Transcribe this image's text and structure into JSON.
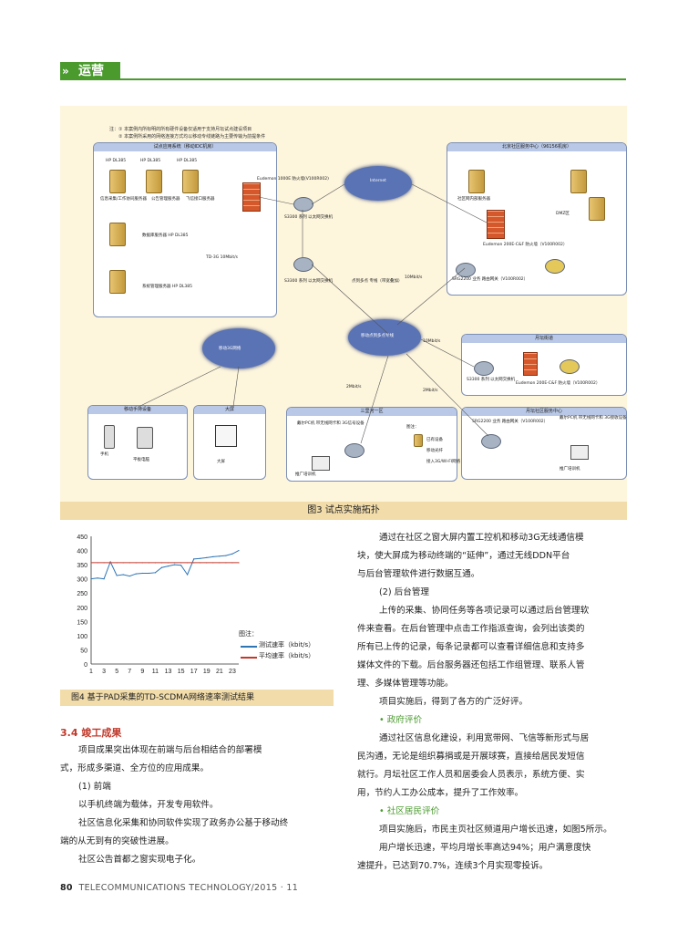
{
  "header": {
    "section": "运营"
  },
  "fig3": {
    "note1": "注：① 本案例内所标明的所有硬件设备仅适用于支持月坛试点建设项目",
    "note2": "② 本案例所采用的网络连接方式均以移动专线链路为主要传输为前提条件",
    "box_pilot": "试点应用系统（移动IDC机房）",
    "box_beijing": "北京社区服务中心（96156机房）",
    "box_yuetan": "月坛街道",
    "box_yuetan_center": "月坛社区服务中心",
    "box_mobile": "移动手持设备",
    "box_screen": "大屏",
    "box_sanlihe": "三里河一区",
    "hp1": "HP DL385",
    "hp2": "HP DL385",
    "hp3": "HP DL385",
    "srv_info": "信息采集/工作协同服务器",
    "srv_public": "公告管理服务器",
    "srv_feixin": "飞信接口服务器",
    "srv_db": "数据库服务器 HP DL385",
    "srv_sys": "系统管理服务器 HP DL385",
    "eudemon": "Eudemon 1000E 防火墙(V100R002)",
    "s3300a": "S3300 系列 以太网交换机",
    "s3300b": "S3300 系列 以太网交换机",
    "td3g": "TD-3G 10Mbit/s",
    "internet": "Internet",
    "community_portal": "社区网内部服务器",
    "dmz": "DMZ区",
    "eudemon200": "Eudemon 200E-C&F 防火墙（V100R002）",
    "srg": "SRG2200 业务 路由网关（V100R002）",
    "p2p": "点到多点 专线（带宽叠加）",
    "bw10": "10Mbit/s",
    "mobile_line": "移动点到多点专线",
    "bw10b": "10Mbit/s",
    "cloud3g": "移动3G网络",
    "s3300c": "S3300 系列 以太网交换机",
    "eudemon200b": "Eudemon 200E-C&F 防火墙（V100R002）",
    "bw2a": "2Mbit/s",
    "bw2b": "2Mbit/s",
    "srg2": "SRG2200 业务 路由网关（V100R002）",
    "pc_wifi": "戴尔PC机 带无线网卡和 3G信号设备",
    "pc_wifi2": "戴尔PC机 带无线网卡和 3G接收设备",
    "phone": "手机",
    "tablet": "平板电脑",
    "screen": "大屏",
    "promo1": "推广培训机",
    "promo2": "推广培训机",
    "legend_title": "图注：",
    "legend_own": "已有设备",
    "legend_mobile": "移动光纤",
    "legend_wifi": "接入3G/WI-FI网络",
    "caption": "图3   试点实施拓扑"
  },
  "chart_data": {
    "type": "line",
    "x": [
      1,
      2,
      3,
      4,
      5,
      6,
      7,
      8,
      9,
      10,
      11,
      12,
      13,
      14,
      15,
      16,
      17,
      18,
      19,
      20,
      21,
      22,
      23,
      24
    ],
    "series": [
      {
        "name": "测试速率（kbit/s）",
        "values": [
          300,
          303,
          300,
          360,
          312,
          315,
          310,
          318,
          320,
          320,
          322,
          340,
          345,
          350,
          348,
          315,
          370,
          372,
          375,
          378,
          380,
          382,
          388,
          400
        ]
      },
      {
        "name": "平均速率（kbit/s）",
        "values": [
          357,
          357,
          357,
          357,
          357,
          357,
          357,
          357,
          357,
          357,
          357,
          357,
          357,
          357,
          357,
          357,
          357,
          357,
          357,
          357,
          357,
          357,
          357,
          357
        ]
      }
    ],
    "xticks": [
      "1",
      "3",
      "5",
      "7",
      "9",
      "11",
      "13",
      "15",
      "17",
      "19",
      "21",
      "23"
    ],
    "yticks": [
      "0",
      "50",
      "100",
      "150",
      "200",
      "250",
      "300",
      "350",
      "400",
      "450"
    ],
    "ylim": [
      0,
      450
    ],
    "legend_title": "图注：",
    "colors": [
      "#2e75b6",
      "#c0392b"
    ]
  },
  "fig4": {
    "caption": "图4   基于PAD采集的TD-SCDMA网络速率测试结果"
  },
  "left": {
    "section_title": "3.4  竣工成果",
    "p1": "项目成果突出体现在前端与后台相结合的部署模",
    "p1b": "式，形成多渠道、全方位的应用成果。",
    "h1": "(1) 前端",
    "p2": "以手机终端为载体，开发专用软件。",
    "p3": "社区信息化采集和协同软件实现了政务办公基于移动终",
    "p3b": "端的从无到有的突破性进展。",
    "p4": "社区公告首都之窗实现电子化。"
  },
  "right": {
    "l1": "通过在社区之窗大屏内置工控机和移动3G无线通信模",
    "l2": "块，使大屏成为移动终端的“延伸”，通过无线DDN平台",
    "l3": "与后台管理软件进行数据互通。",
    "l4": "(2) 后台管理",
    "l5": "上传的采集、协同任务等各项记录可以通过后台管理软",
    "l6": "件来查看。在后台管理中点击工作指派查询，会列出该类的",
    "l7": "所有已上传的记录，每条记录都可以查看详细信息和支持多",
    "l8": "媒体文件的下载。后台服务器还包括工作组管理、联系人管",
    "l9": "理、多媒体管理等功能。",
    "l10": "项目实施后，得到了各方的广泛好评。",
    "l11": "• 政府评价",
    "l12": "通过社区信息化建设，利用宽带网、飞信等新形式与居",
    "l13": "民沟通，无论是组织募捐或是开展球赛，直接给居民发短信",
    "l14": "就行。月坛社区工作人员和居委会人员表示，系统方便、实",
    "l15": "用，节约人工办公成本，提升了工作效率。",
    "l16": "• 社区居民评价",
    "l17": "项目实施后，市民主页社区频道用户增长迅速，如图5所示。",
    "l18": "用户增长迅速，平均月增长率高达94%；用户满意度快",
    "l19": "速提升，已达到70.7%，连续3个月实现零投诉。"
  },
  "footer": {
    "page": "80",
    "journal": "TELECOMMUNICATIONS TECHNOLOGY/2015 · 11"
  }
}
